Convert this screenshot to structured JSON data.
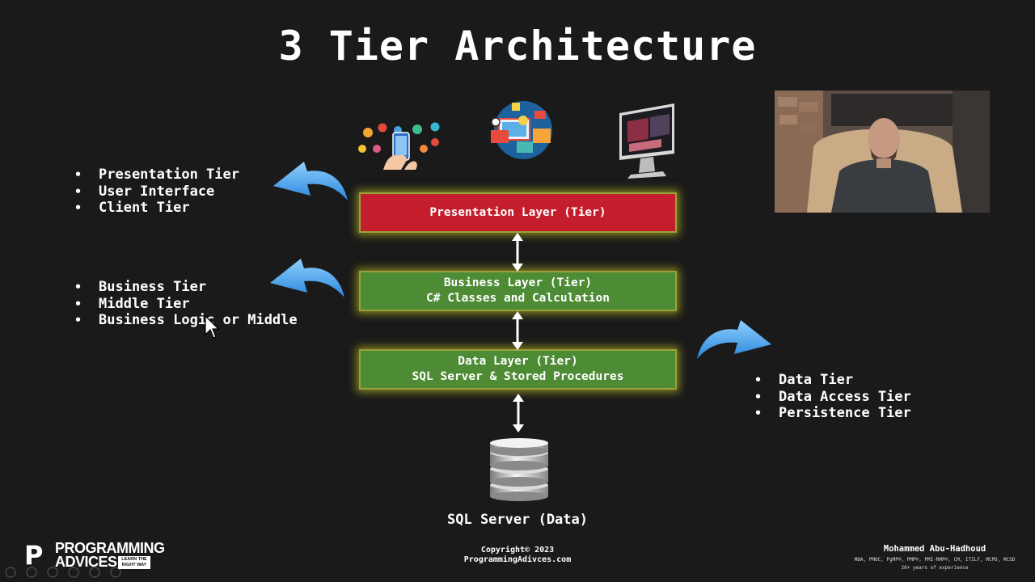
{
  "slide": {
    "title": "3 Tier Architecture"
  },
  "left_lists": {
    "presentation": [
      "Presentation Tier",
      "User Interface",
      "Client Tier"
    ],
    "business": [
      "Business Tier",
      "Middle Tier",
      "Business Logic or Middle"
    ]
  },
  "right_list": {
    "data": [
      "Data Tier",
      "Data Access Tier",
      "Persistence Tier"
    ]
  },
  "layers": {
    "presentation": {
      "line1": "Presentation Layer (Tier)",
      "color": "#c41e2c"
    },
    "business": {
      "line1": "Business Layer (Tier)",
      "line2": "C# Classes and Calculation",
      "color": "#4e8b35"
    },
    "data": {
      "line1": "Data Layer (Tier)",
      "line2": "SQL Server & Stored Procedures",
      "color": "#4e8b35"
    }
  },
  "database": {
    "label": "SQL Server (Data)",
    "icon": "database-icon"
  },
  "top_icons": [
    "mobile-apps-icon",
    "web-apps-icon",
    "desktop-monitor-icon"
  ],
  "footer": {
    "copyright_line1": "Copyright© 2023",
    "copyright_line2": "ProgrammingAdivces.com",
    "author_name": "Mohammed Abu-Hadhoud",
    "author_credentials": "MBA, PMOC, PgMP®, PMP®, PMI-RMP®, CM, ITILF, MCPD, MCSD",
    "author_experience": "26+ years of experience"
  },
  "logo": {
    "line1": "PROGRAMMING",
    "line2": "ADVICES",
    "tag_line1": "LEARN THE",
    "tag_line2": "RIGHT WAY"
  },
  "colors": {
    "background": "#1a1a1a",
    "presentation_layer": "#c41e2c",
    "business_layer": "#4e8b35",
    "data_layer": "#4e8b35",
    "glow": "#dede28",
    "arrow_blue": "#3d9be9"
  }
}
